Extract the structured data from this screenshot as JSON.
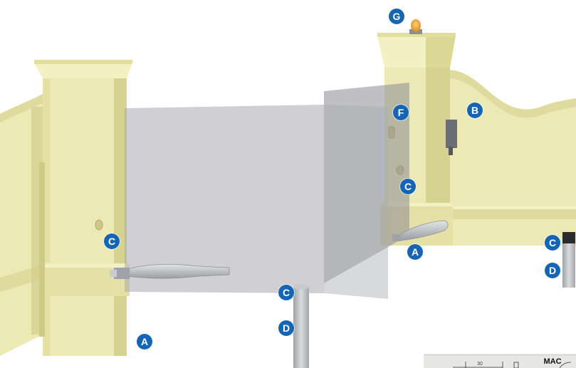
{
  "colors": {
    "wall": "#ece9b4",
    "wall_shade": "#dfdb9e",
    "wall_dark": "#d2ce8a",
    "pillar_side": "#d6d28f",
    "gate_glass": "#a9aab0",
    "gate_glass_dark": "#8c8d94",
    "badge": "#1565b4",
    "metal": "#b9bcc0",
    "metal_dark": "#8f9296"
  },
  "badges": [
    {
      "id": "g",
      "label": "G"
    },
    {
      "id": "b",
      "label": "B"
    },
    {
      "id": "f",
      "label": "F"
    },
    {
      "id": "c-right-pillar",
      "label": "C"
    },
    {
      "id": "a-right",
      "label": "A"
    },
    {
      "id": "c-left-pillar",
      "label": "C"
    },
    {
      "id": "a-left",
      "label": "A"
    },
    {
      "id": "c-center-post",
      "label": "C"
    },
    {
      "id": "d-center-post",
      "label": "D"
    },
    {
      "id": "c-right-post",
      "label": "C"
    },
    {
      "id": "d-right-post",
      "label": "D"
    }
  ],
  "inset": {
    "title": "MAC",
    "dimension": "30"
  }
}
